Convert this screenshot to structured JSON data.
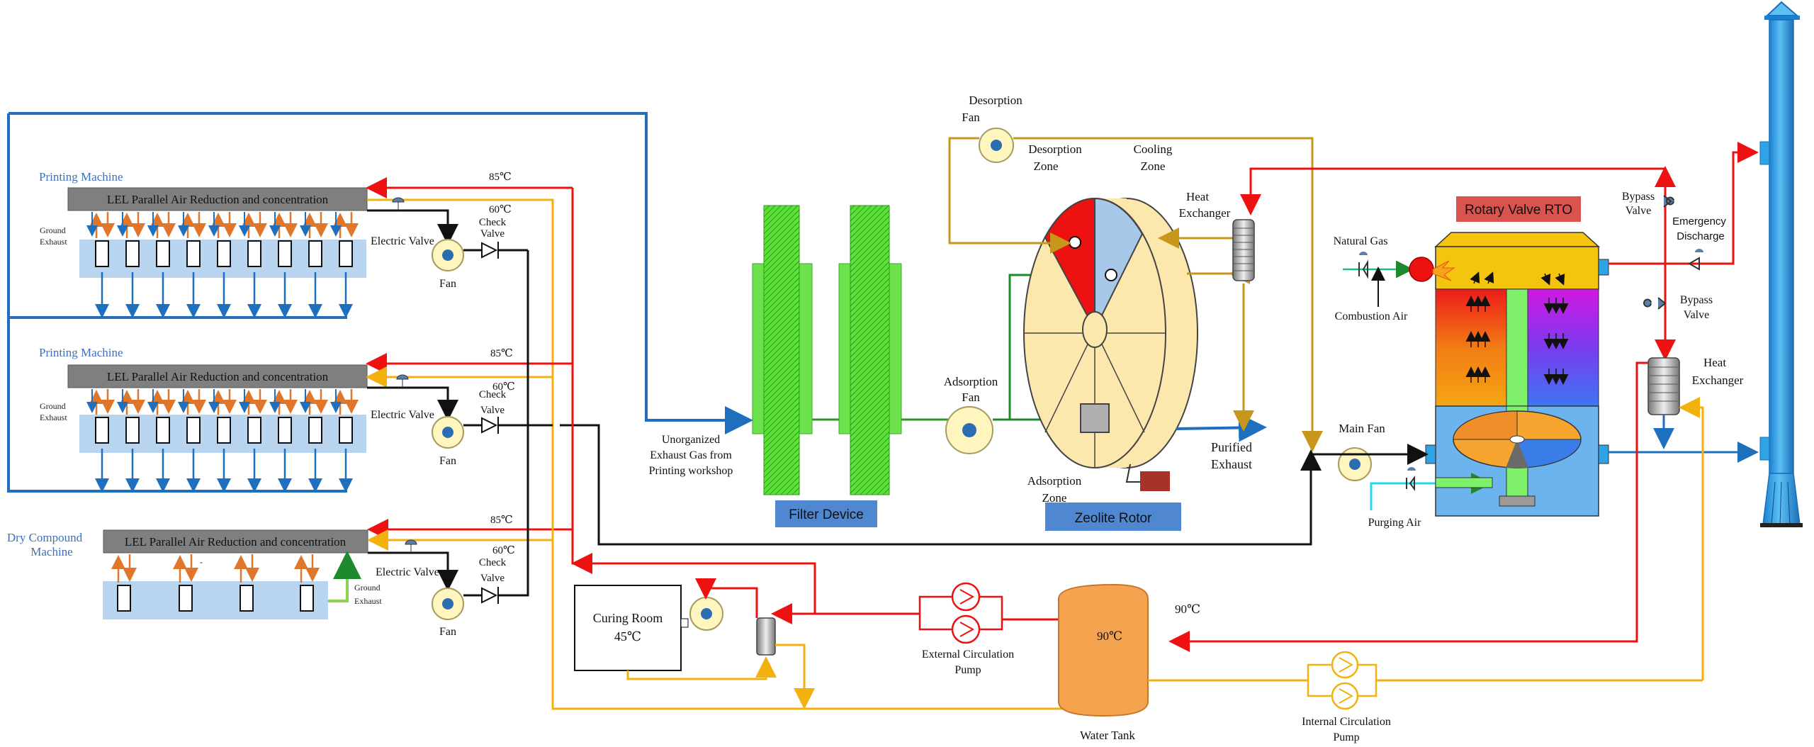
{
  "printing_machine_1": {
    "title": "Printing Machine",
    "bar_label": "LEL Parallel Air Reduction and concentration",
    "ground_exhaust_line1": "Ground",
    "ground_exhaust_line2": "Exhaust",
    "temp_hot": "85℃",
    "temp_warm": "60℃",
    "electric_valve": "Electric Valve",
    "check_valve_line1": "Check",
    "check_valve_line2": "Valve",
    "fan": "Fan"
  },
  "printing_machine_2": {
    "title": "Printing Machine",
    "bar_label": "LEL Parallel Air Reduction and concentration",
    "ground_exhaust_line1": "Ground",
    "ground_exhaust_line2": "Exhaust",
    "temp_hot": "85℃",
    "temp_warm": "60℃",
    "electric_valve": "Electric Valve",
    "check_valve_line1": "Check",
    "check_valve_line2": "Valve",
    "fan": "Fan"
  },
  "dry_compound": {
    "title_line1": "Dry Compound",
    "title_line2": "Machine",
    "bar_label": "LEL Parallel Air Reduction and concentration",
    "ground_exhaust_line1": "Ground",
    "ground_exhaust_line2": "Exhaust",
    "temp_hot": "85℃",
    "temp_warm": "60℃",
    "electric_valve": "Electric Valve",
    "check_valve_line1": "Check",
    "check_valve_line2": "Valve",
    "fan": "Fan",
    "stray_mark": "-"
  },
  "unorganized": {
    "line1": "Unorganized",
    "line2": "Exhaust Gas from",
    "line3": "Printing workshop"
  },
  "filter_device": "Filter Device",
  "adsorption_fan": {
    "line1": "Adsorption",
    "line2": "Fan"
  },
  "desorption_fan": {
    "line1": "Desorption",
    "line2": "Fan"
  },
  "desorption_zone": {
    "line1": "Desorption",
    "line2": "Zone"
  },
  "cooling_zone": {
    "line1": "Cooling",
    "line2": "Zone"
  },
  "adsorption_zone": {
    "line1": "Adsorption",
    "line2": "Zone"
  },
  "zeolite_rotor": "Zeolite Rotor",
  "heat_exchanger_rotor": {
    "line1": "Heat",
    "line2": "Exchanger"
  },
  "purified_exhaust": {
    "line1": "Purified",
    "line2": "Exhaust"
  },
  "rto": {
    "title": "Rotary Valve RTO",
    "natural_gas": "Natural Gas",
    "combustion_air": "Combustion Air",
    "main_fan": "Main Fan",
    "purging_air": "Purging Air"
  },
  "bypass_valve_top": {
    "line1": "Bypass",
    "line2": "Valve"
  },
  "emergency_discharge": {
    "line1": "Emergency",
    "line2": "Discharge"
  },
  "bypass_valve_mid": {
    "line1": "Bypass",
    "line2": "Valve"
  },
  "heat_exchanger_rto": {
    "line1": "Heat",
    "line2": "Exchanger"
  },
  "curing_room": {
    "line1": "Curing Room",
    "line2": "45℃"
  },
  "external_pump": {
    "line1": "External Circulation",
    "line2": "Pump"
  },
  "water_tank": {
    "label": "Water Tank",
    "temp_inside": "90℃",
    "temp_outside": "90℃"
  },
  "internal_pump": {
    "line1": "Internal Circulation",
    "line2": "Pump"
  },
  "colors": {
    "hot_line": "#ee1111",
    "warm_line": "#f2b10f",
    "air_line": "#1f6fbf",
    "filter_green": "#5de039",
    "zone_label_bg": "#4f87d1",
    "rto_label_bg": "#d9534f",
    "tank_orange": "#f5a34f",
    "brown_line": "#c8961a"
  }
}
